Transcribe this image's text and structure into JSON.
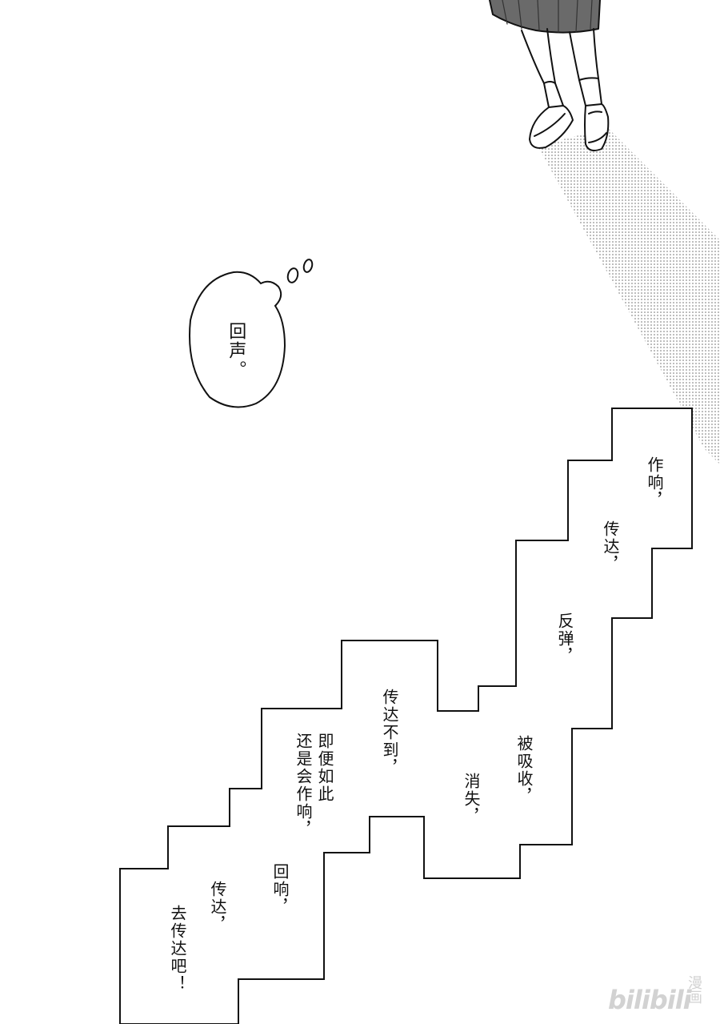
{
  "thought_bubble": {
    "text": "回声。"
  },
  "staircase_text": {
    "col1": "作响，",
    "col2": "传达，",
    "col3": "反弹，",
    "col4": "被吸收，",
    "col5": "消失，",
    "col6": "传达不到，",
    "col7": "即便如此",
    "col8": "还是会作响，",
    "col9": "回响，",
    "col10": "传达，",
    "col11": "去传达吧！"
  },
  "watermark": {
    "brand": "bilibili",
    "cn": "漫画"
  },
  "colors": {
    "ink": "#111111",
    "paper": "#ffffff",
    "watermark": "#d2d2d2"
  }
}
